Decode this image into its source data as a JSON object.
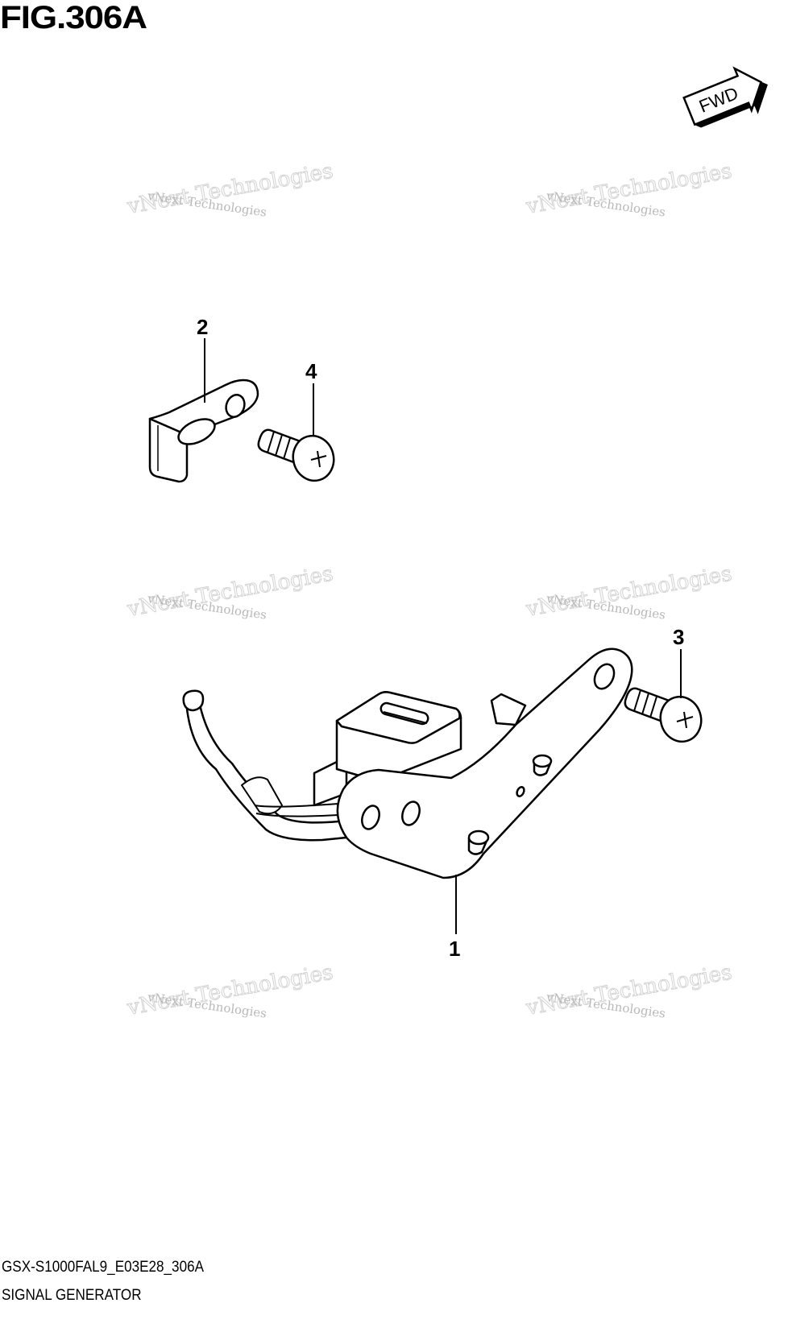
{
  "figure": {
    "title": "FIG.306A",
    "code": "GSX-S1000FAL9_E03E28_306A",
    "name": "SIGNAL GENERATOR",
    "direction_label": "FWD"
  },
  "callouts": [
    {
      "number": "1",
      "part": "signal-generator"
    },
    {
      "number": "2",
      "part": "bracket"
    },
    {
      "number": "3",
      "part": "screw"
    },
    {
      "number": "4",
      "part": "screw"
    }
  ],
  "watermark": {
    "line1": "vNext Technologies",
    "line2": "vNext Technologies"
  },
  "colors": {
    "line": "#000000",
    "background": "#ffffff",
    "watermark": "#b8b8b8"
  }
}
